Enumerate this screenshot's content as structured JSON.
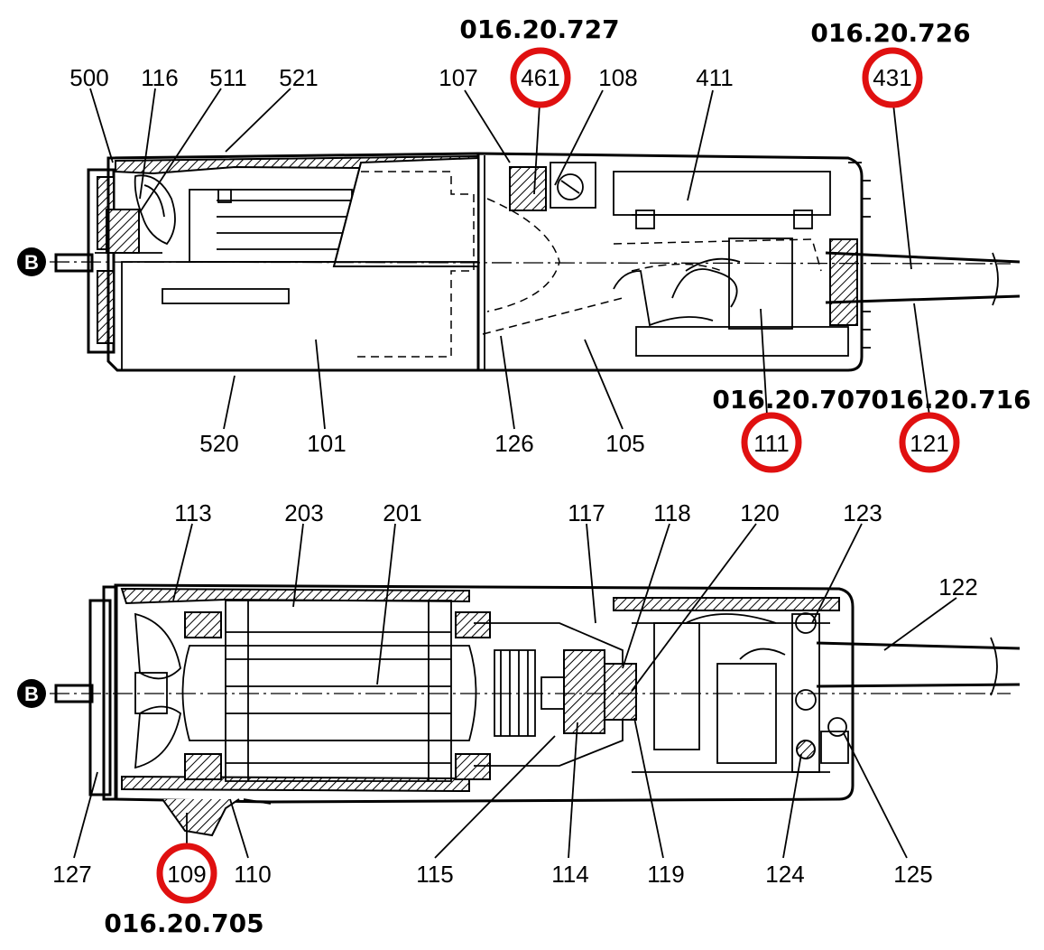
{
  "marker": "B",
  "top_view": {
    "labels": {
      "l500": "500",
      "l116": "116",
      "l511": "511",
      "l521": "521",
      "l107": "107",
      "l461": "461",
      "l108": "108",
      "l411": "411",
      "l431": "431",
      "l520": "520",
      "l101": "101",
      "l126": "126",
      "l105": "105",
      "l111": "111",
      "l121": "121"
    },
    "codes": {
      "c461": "016.20.727",
      "c431": "016.20.726",
      "c111": "016.20.707",
      "c121": "016.20.716"
    }
  },
  "bottom_view": {
    "labels": {
      "l113": "113",
      "l203": "203",
      "l201": "201",
      "l117": "117",
      "l118": "118",
      "l120": "120",
      "l123": "123",
      "l122": "122",
      "l127": "127",
      "l109": "109",
      "l110": "110",
      "l115": "115",
      "l114": "114",
      "l119": "119",
      "l124": "124",
      "l125": "125"
    },
    "codes": {
      "c109": "016.20.705"
    }
  },
  "colors": {
    "highlight_ring": "#e01010",
    "ink": "#000000"
  }
}
